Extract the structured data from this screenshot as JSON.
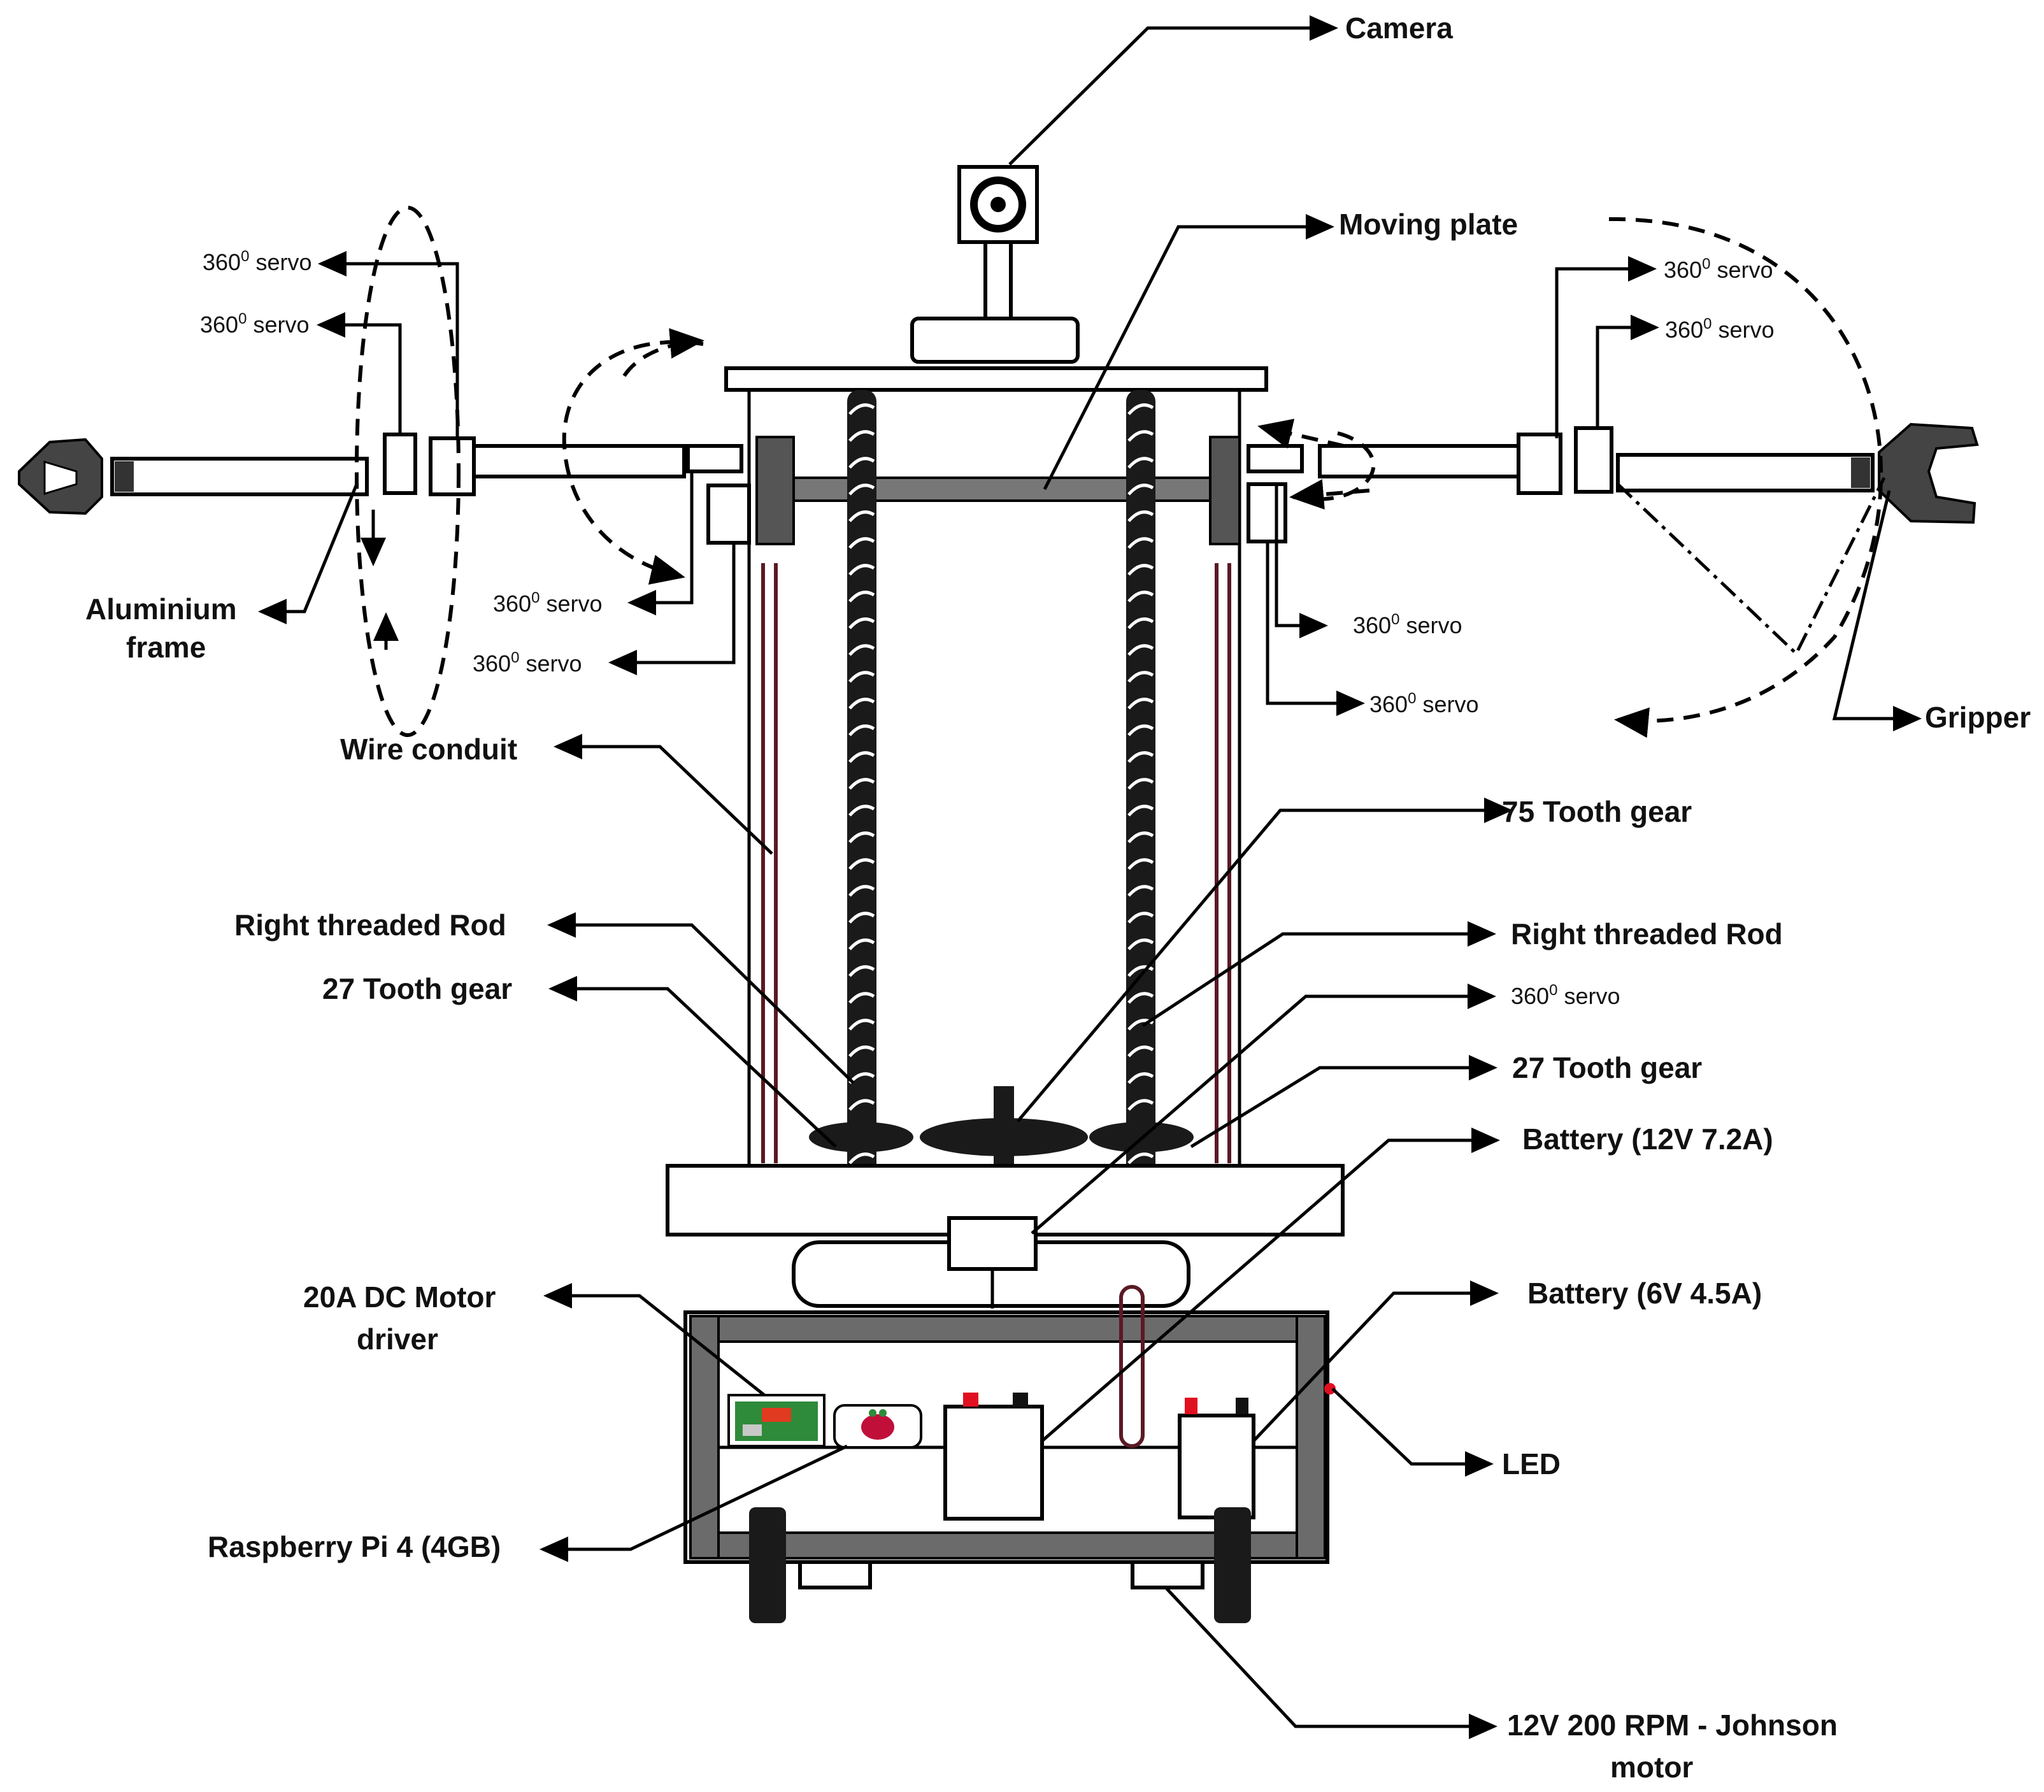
{
  "labels": {
    "camera": "Camera",
    "moving_plate": "Moving plate",
    "servo_left_1": "360",
    "servo_left_2": "360",
    "servo_left_3": "360",
    "servo_left_4": "360",
    "servo_right_1": "360",
    "servo_right_2": "360",
    "servo_right_3": "360",
    "servo_right_4": "360",
    "servo_right_5": "360",
    "servo_word": "servo",
    "degree": "0",
    "aluminium_frame_1": "Aluminium",
    "aluminium_frame_2": "frame",
    "gripper": "Gripper",
    "wire_conduit": "Wire conduit",
    "tooth_gear_75": "75 Tooth gear",
    "right_threaded_rod_left": "Right threaded Rod",
    "right_threaded_rod_right": "Right threaded Rod",
    "tooth_gear_27_left": "27 Tooth gear",
    "tooth_gear_27_right": "27 Tooth gear",
    "battery_12v": "Battery  (12V 7.2A)",
    "battery_6v": "Battery  (6V 4.5A)",
    "motor_driver_1": "20A DC Motor",
    "motor_driver_2": "driver",
    "led": "LED",
    "raspberry_pi": "Raspberry Pi 4 (4GB)",
    "johnson_motor_1": "12V 200 RPM - Johnson",
    "johnson_motor_2": "motor"
  },
  "colors": {
    "stroke": "#000000",
    "frame_gray": "#6b6b6b",
    "conduit": "#5a1a24",
    "led": "#e01020",
    "pcb_green": "#2e8b3a",
    "raspberry": "#c0103a"
  }
}
